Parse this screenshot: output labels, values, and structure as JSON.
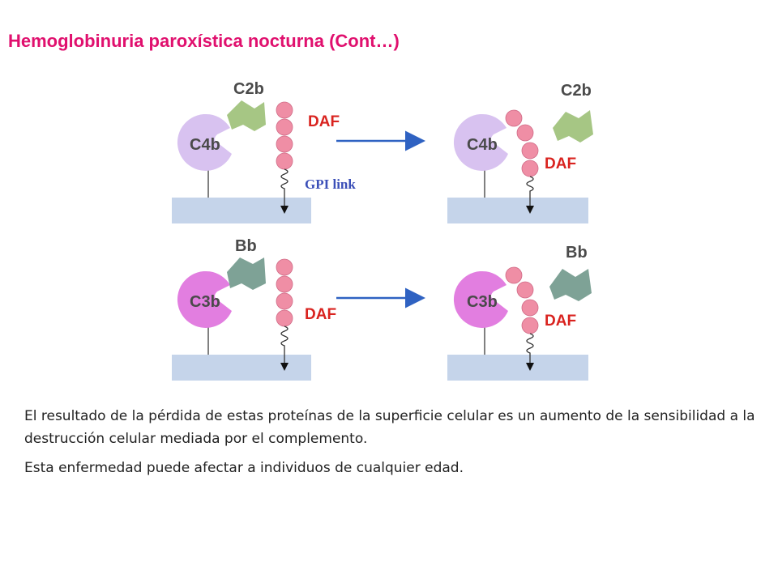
{
  "title": "Hemoglobinuria paroxística nocturna (Cont…)",
  "colors": {
    "title": "#e0106e",
    "membrane": "#c5d4ea",
    "daf_bead": "#ef8ea5",
    "c4b": "#d8c2f0",
    "c2b": "#a6c684",
    "c3b": "#e27ee0",
    "bb": "#7ea296",
    "label_red": "#d9231f",
    "gpi_blue": "#3b4fb8",
    "arrow_blue": "#2f62c2"
  },
  "diagram": {
    "top_left": {
      "c4b": "C4b",
      "c2b": "C2b",
      "daf": "DAF",
      "gpi": "GPI link"
    },
    "top_right": {
      "c4b": "C4b",
      "c2b": "C2b",
      "daf": "DAF"
    },
    "bottom_left": {
      "c3b": "C3b",
      "bb": "Bb",
      "daf": "DAF"
    },
    "bottom_right": {
      "c3b": "C3b",
      "bb": "Bb",
      "daf": "DAF"
    }
  },
  "paragraphs": [
    "El resultado de la pérdida de estas proteínas de la superficie celular es un aumento de la sensibilidad a la destrucción celular mediada por el complemento.",
    "Esta enfermedad puede afectar a individuos de cualquier edad."
  ]
}
